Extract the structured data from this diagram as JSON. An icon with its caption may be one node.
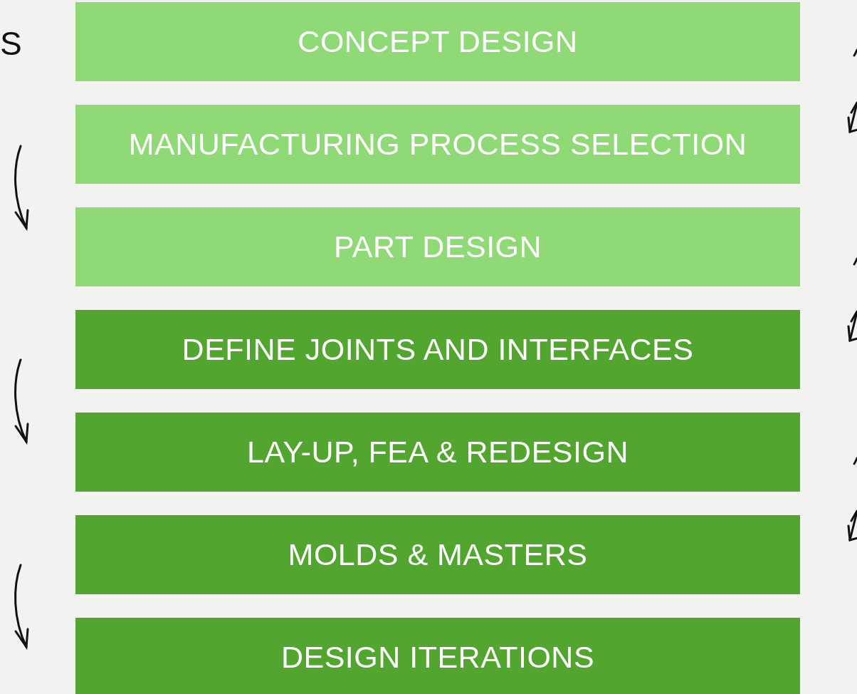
{
  "diagram": {
    "nodes": [
      {
        "text": [
          "CONCEPT DESIGN"
        ]
      },
      {
        "text": [
          "MANUFACTURING PROCESS SELECTION"
        ]
      },
      {
        "text": [
          "PART DESIGN"
        ]
      },
      {
        "text": [
          "DEFINE JOINTS AND INTERFACES"
        ]
      },
      {
        "text": [
          "LAY-UP, FEA & REDESIGN"
        ]
      },
      {
        "text": [
          "MOLDS & MASTERS"
        ]
      },
      {
        "text": [
          "DESIGN ITERATIONS"
        ]
      }
    ],
    "labels": [
      "S"
    ]
  }
}
